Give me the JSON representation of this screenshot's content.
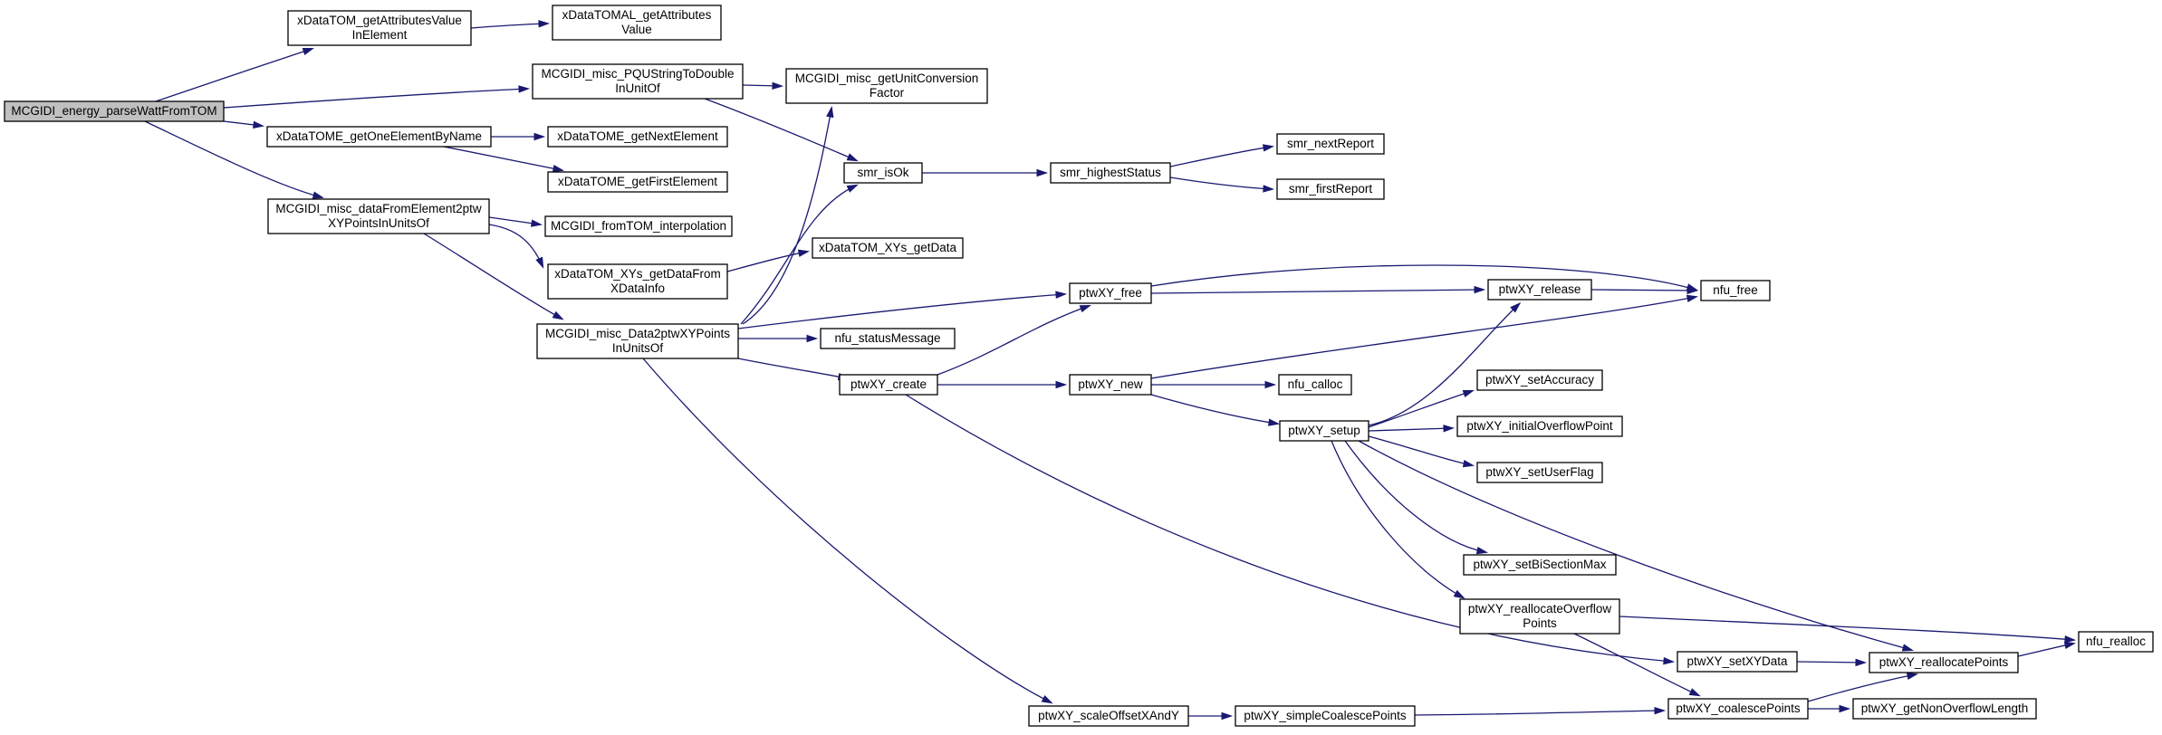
{
  "graph": {
    "nodes": [
      {
        "id": "root",
        "lines": [
          "MCGIDI_energy_parseWattFromTOM"
        ],
        "root": true
      },
      {
        "id": "xtgav",
        "lines": [
          "xDataTOM_getAttributesValue",
          "InElement"
        ]
      },
      {
        "id": "xtmal",
        "lines": [
          "xDataTOMAL_getAttributes",
          "Value"
        ]
      },
      {
        "id": "pqu",
        "lines": [
          "MCGIDI_misc_PQUStringToDouble",
          "InUnitOf"
        ]
      },
      {
        "id": "guc",
        "lines": [
          "MCGIDI_misc_getUnitConversion",
          "Factor"
        ]
      },
      {
        "id": "goebn",
        "lines": [
          "xDataTOME_getOneElementByName"
        ]
      },
      {
        "id": "gne",
        "lines": [
          "xDataTOME_getNextElement"
        ]
      },
      {
        "id": "gfe",
        "lines": [
          "xDataTOME_getFirstElement"
        ]
      },
      {
        "id": "smrok",
        "lines": [
          "smr_isOk"
        ]
      },
      {
        "id": "smrhs",
        "lines": [
          "smr_highestStatus"
        ]
      },
      {
        "id": "smrnr",
        "lines": [
          "smr_nextReport"
        ]
      },
      {
        "id": "smrfr",
        "lines": [
          "smr_firstReport"
        ]
      },
      {
        "id": "dfe",
        "lines": [
          "MCGIDI_misc_dataFromElement2ptw",
          "XYPointsInUnitsOf"
        ]
      },
      {
        "id": "ftinterp",
        "lines": [
          "MCGIDI_fromTOM_interpolation"
        ]
      },
      {
        "id": "xygdfx",
        "lines": [
          "xDataTOM_XYs_getDataFrom",
          "XDataInfo"
        ]
      },
      {
        "id": "xygd",
        "lines": [
          "xDataTOM_XYs_getData"
        ]
      },
      {
        "id": "d2p",
        "lines": [
          "MCGIDI_misc_Data2ptwXYPoints",
          "InUnitsOf"
        ]
      },
      {
        "id": "ptwfree",
        "lines": [
          "ptwXY_free"
        ]
      },
      {
        "id": "ptwrel",
        "lines": [
          "ptwXY_release"
        ]
      },
      {
        "id": "nfufree",
        "lines": [
          "nfu_free"
        ]
      },
      {
        "id": "nfusm",
        "lines": [
          "nfu_statusMessage"
        ]
      },
      {
        "id": "ptwcreate",
        "lines": [
          "ptwXY_create"
        ]
      },
      {
        "id": "ptwnew",
        "lines": [
          "ptwXY_new"
        ]
      },
      {
        "id": "nfucalloc",
        "lines": [
          "nfu_calloc"
        ]
      },
      {
        "id": "ptwsetacc",
        "lines": [
          "ptwXY_setAccuracy"
        ]
      },
      {
        "id": "ptwsetup",
        "lines": [
          "ptwXY_setup"
        ]
      },
      {
        "id": "ptwiop",
        "lines": [
          "ptwXY_initialOverflowPoint"
        ]
      },
      {
        "id": "ptwsuf",
        "lines": [
          "ptwXY_setUserFlag"
        ]
      },
      {
        "id": "ptwbsm",
        "lines": [
          "ptwXY_setBiSectionMax"
        ]
      },
      {
        "id": "ptwrop",
        "lines": [
          "ptwXY_reallocateOverflow",
          "Points"
        ]
      },
      {
        "id": "nfurealloc",
        "lines": [
          "nfu_realloc"
        ]
      },
      {
        "id": "ptwsxyd",
        "lines": [
          "ptwXY_setXYData"
        ]
      },
      {
        "id": "ptwrp",
        "lines": [
          "ptwXY_reallocatePoints"
        ]
      },
      {
        "id": "ptwsoxy",
        "lines": [
          "ptwXY_scaleOffsetXAndY"
        ]
      },
      {
        "id": "ptwscp",
        "lines": [
          "ptwXY_simpleCoalescePoints"
        ]
      },
      {
        "id": "ptwcp",
        "lines": [
          "ptwXY_coalescePoints"
        ]
      },
      {
        "id": "ptwgnol",
        "lines": [
          "ptwXY_getNonOverflowLength"
        ]
      }
    ]
  },
  "colors": {
    "edge": "#191970",
    "root_fill": "#c0c0c0",
    "node_fill": "#ffffff",
    "node_border": "#000000"
  }
}
